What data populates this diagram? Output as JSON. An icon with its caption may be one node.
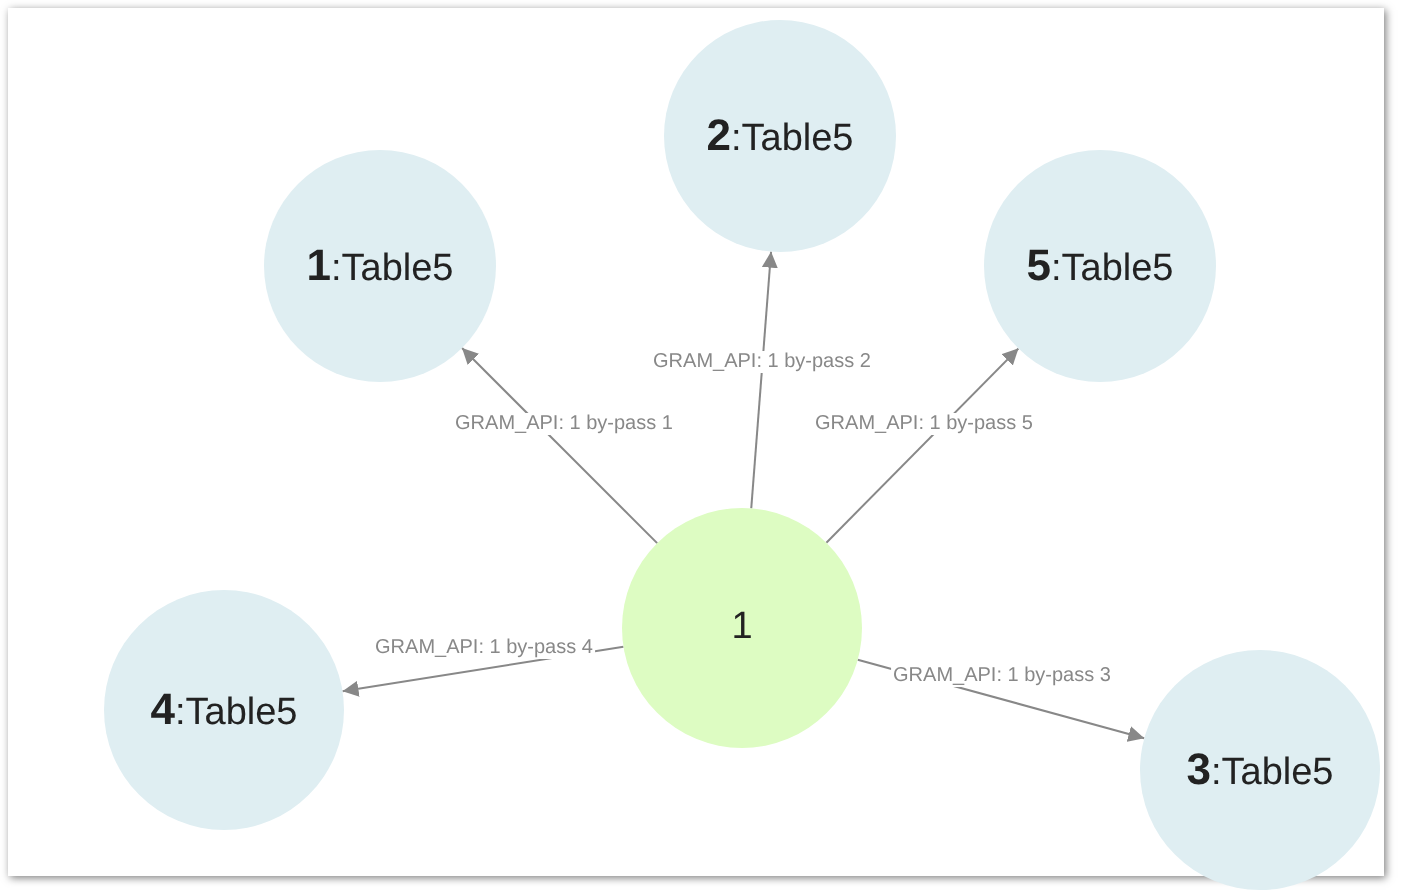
{
  "diagram": {
    "nodes": [
      {
        "text": [
          "1"
        ]
      },
      {
        "text": [
          "**1**:Table5"
        ]
      },
      {
        "text": [
          "**2**:Table5"
        ]
      },
      {
        "text": [
          "**3**:Table5"
        ]
      },
      {
        "text": [
          "**4**:Table5"
        ]
      },
      {
        "text": [
          "**5**:Table5"
        ]
      }
    ],
    "edges": [
      {
        "from": 0,
        "to": 1,
        "arrow": "to",
        "label": "GRAM_API: 1 by-pass 1"
      },
      {
        "from": 0,
        "to": 2,
        "arrow": "to",
        "label": "GRAM_API: 1 by-pass 2"
      },
      {
        "from": 0,
        "to": 3,
        "arrow": "to",
        "label": "GRAM_API: 1 by-pass 3"
      },
      {
        "from": 0,
        "to": 4,
        "arrow": "to",
        "label": "GRAM_API: 1 by-pass 4"
      },
      {
        "from": 0,
        "to": 5,
        "arrow": "to",
        "label": "GRAM_API: 1 by-pass 5"
      }
    ]
  }
}
